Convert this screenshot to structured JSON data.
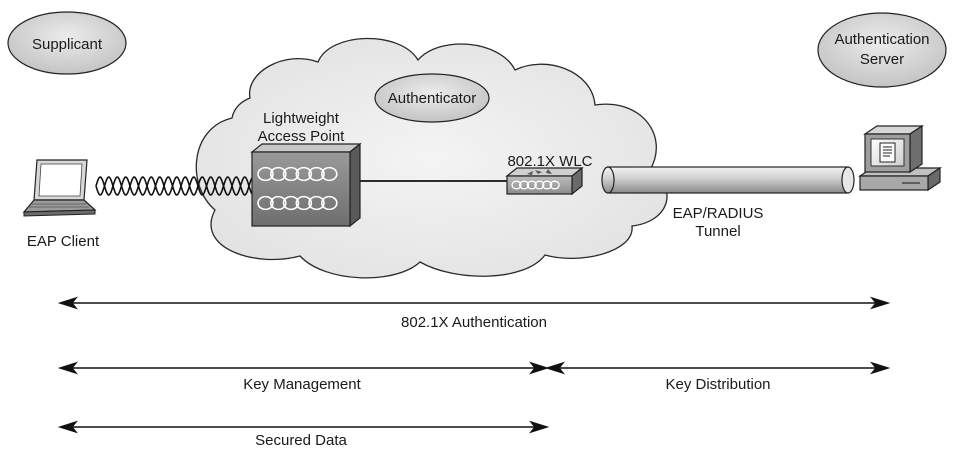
{
  "roles": {
    "supplicant": "Supplicant",
    "authenticator": "Authenticator",
    "auth_server_line1": "Authentication",
    "auth_server_line2": "Server"
  },
  "devices": {
    "eap_client": "EAP Client",
    "access_point_line1": "Lightweight",
    "access_point_line2": "Access Point",
    "wlc": "802.1X WLC",
    "tunnel_line1": "EAP/RADIUS",
    "tunnel_line2": "Tunnel"
  },
  "spans": {
    "authentication": "802.1X Authentication",
    "key_management": "Key Management",
    "key_distribution": "Key Distribution",
    "secured_data": "Secured Data"
  }
}
